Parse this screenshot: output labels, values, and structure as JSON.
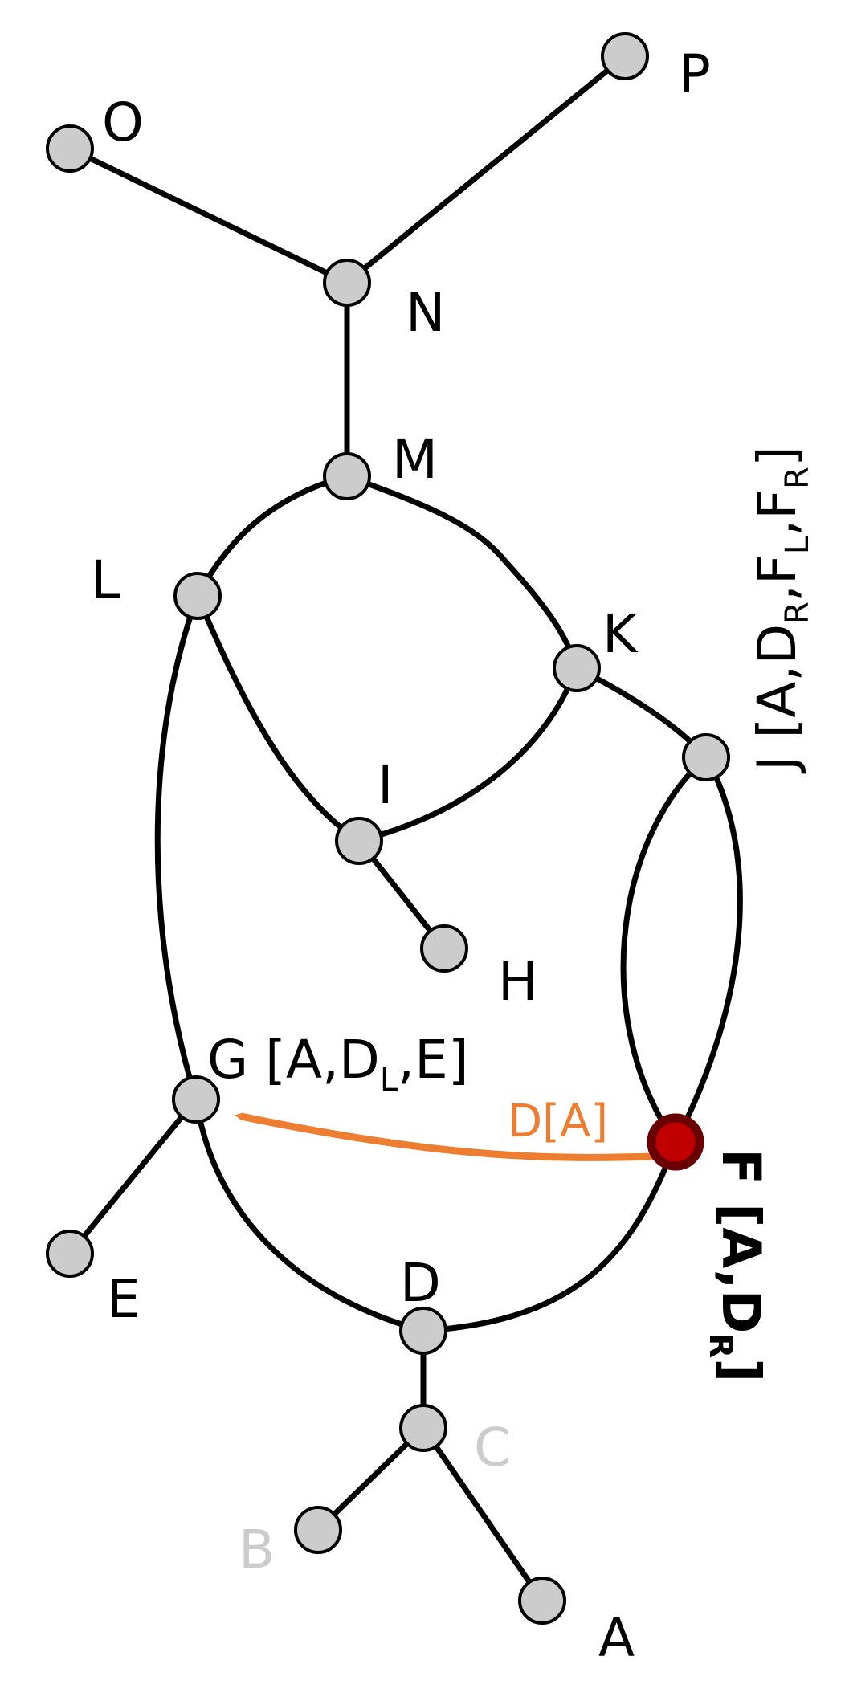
{
  "diagram": {
    "type": "graph",
    "colors": {
      "node_fill": "#cccccc",
      "node_stroke": "#000000",
      "active_node_fill": "#c00000",
      "active_node_stroke": "#6b0000",
      "arrow": "#ed7d31",
      "faded_label": "#cccccc"
    },
    "nodes": {
      "A": {
        "label": "A"
      },
      "B": {
        "label": "B",
        "faded": true
      },
      "C": {
        "label": "C",
        "faded": true
      },
      "D": {
        "label": "D"
      },
      "E": {
        "label": "E"
      },
      "F": {
        "label": "F",
        "active": true,
        "annotation": {
          "open": " [A,D",
          "sub": "R",
          "close": "]"
        }
      },
      "G": {
        "label": "G",
        "annotation": {
          "open": " [A,D",
          "sub": "L",
          "close": ",E]"
        }
      },
      "H": {
        "label": "H"
      },
      "I": {
        "label": "I"
      },
      "J": {
        "label": "J",
        "annotation": {
          "p1": " [A,D",
          "s1": "R",
          "p2": ",F",
          "s2": "L",
          "p3": ",F",
          "s3": "R",
          "p4": "]"
        }
      },
      "K": {
        "label": "K"
      },
      "L": {
        "label": "L"
      },
      "M": {
        "label": "M"
      },
      "N": {
        "label": "N"
      },
      "O": {
        "label": "O"
      },
      "P": {
        "label": "P"
      }
    },
    "edges": [
      [
        "O",
        "N"
      ],
      [
        "P",
        "N"
      ],
      [
        "N",
        "M"
      ],
      [
        "M",
        "L"
      ],
      [
        "M",
        "K"
      ],
      [
        "L",
        "I"
      ],
      [
        "K",
        "I"
      ],
      [
        "K",
        "J"
      ],
      [
        "I",
        "H"
      ],
      [
        "L",
        "G"
      ],
      [
        "J",
        "F"
      ],
      [
        "J",
        "F"
      ],
      [
        "G",
        "E"
      ],
      [
        "G",
        "D"
      ],
      [
        "F",
        "D"
      ],
      [
        "D",
        "C"
      ],
      [
        "C",
        "B"
      ],
      [
        "C",
        "A"
      ]
    ],
    "arrow": {
      "from": "F",
      "to": "G",
      "label": "D[A]"
    }
  }
}
